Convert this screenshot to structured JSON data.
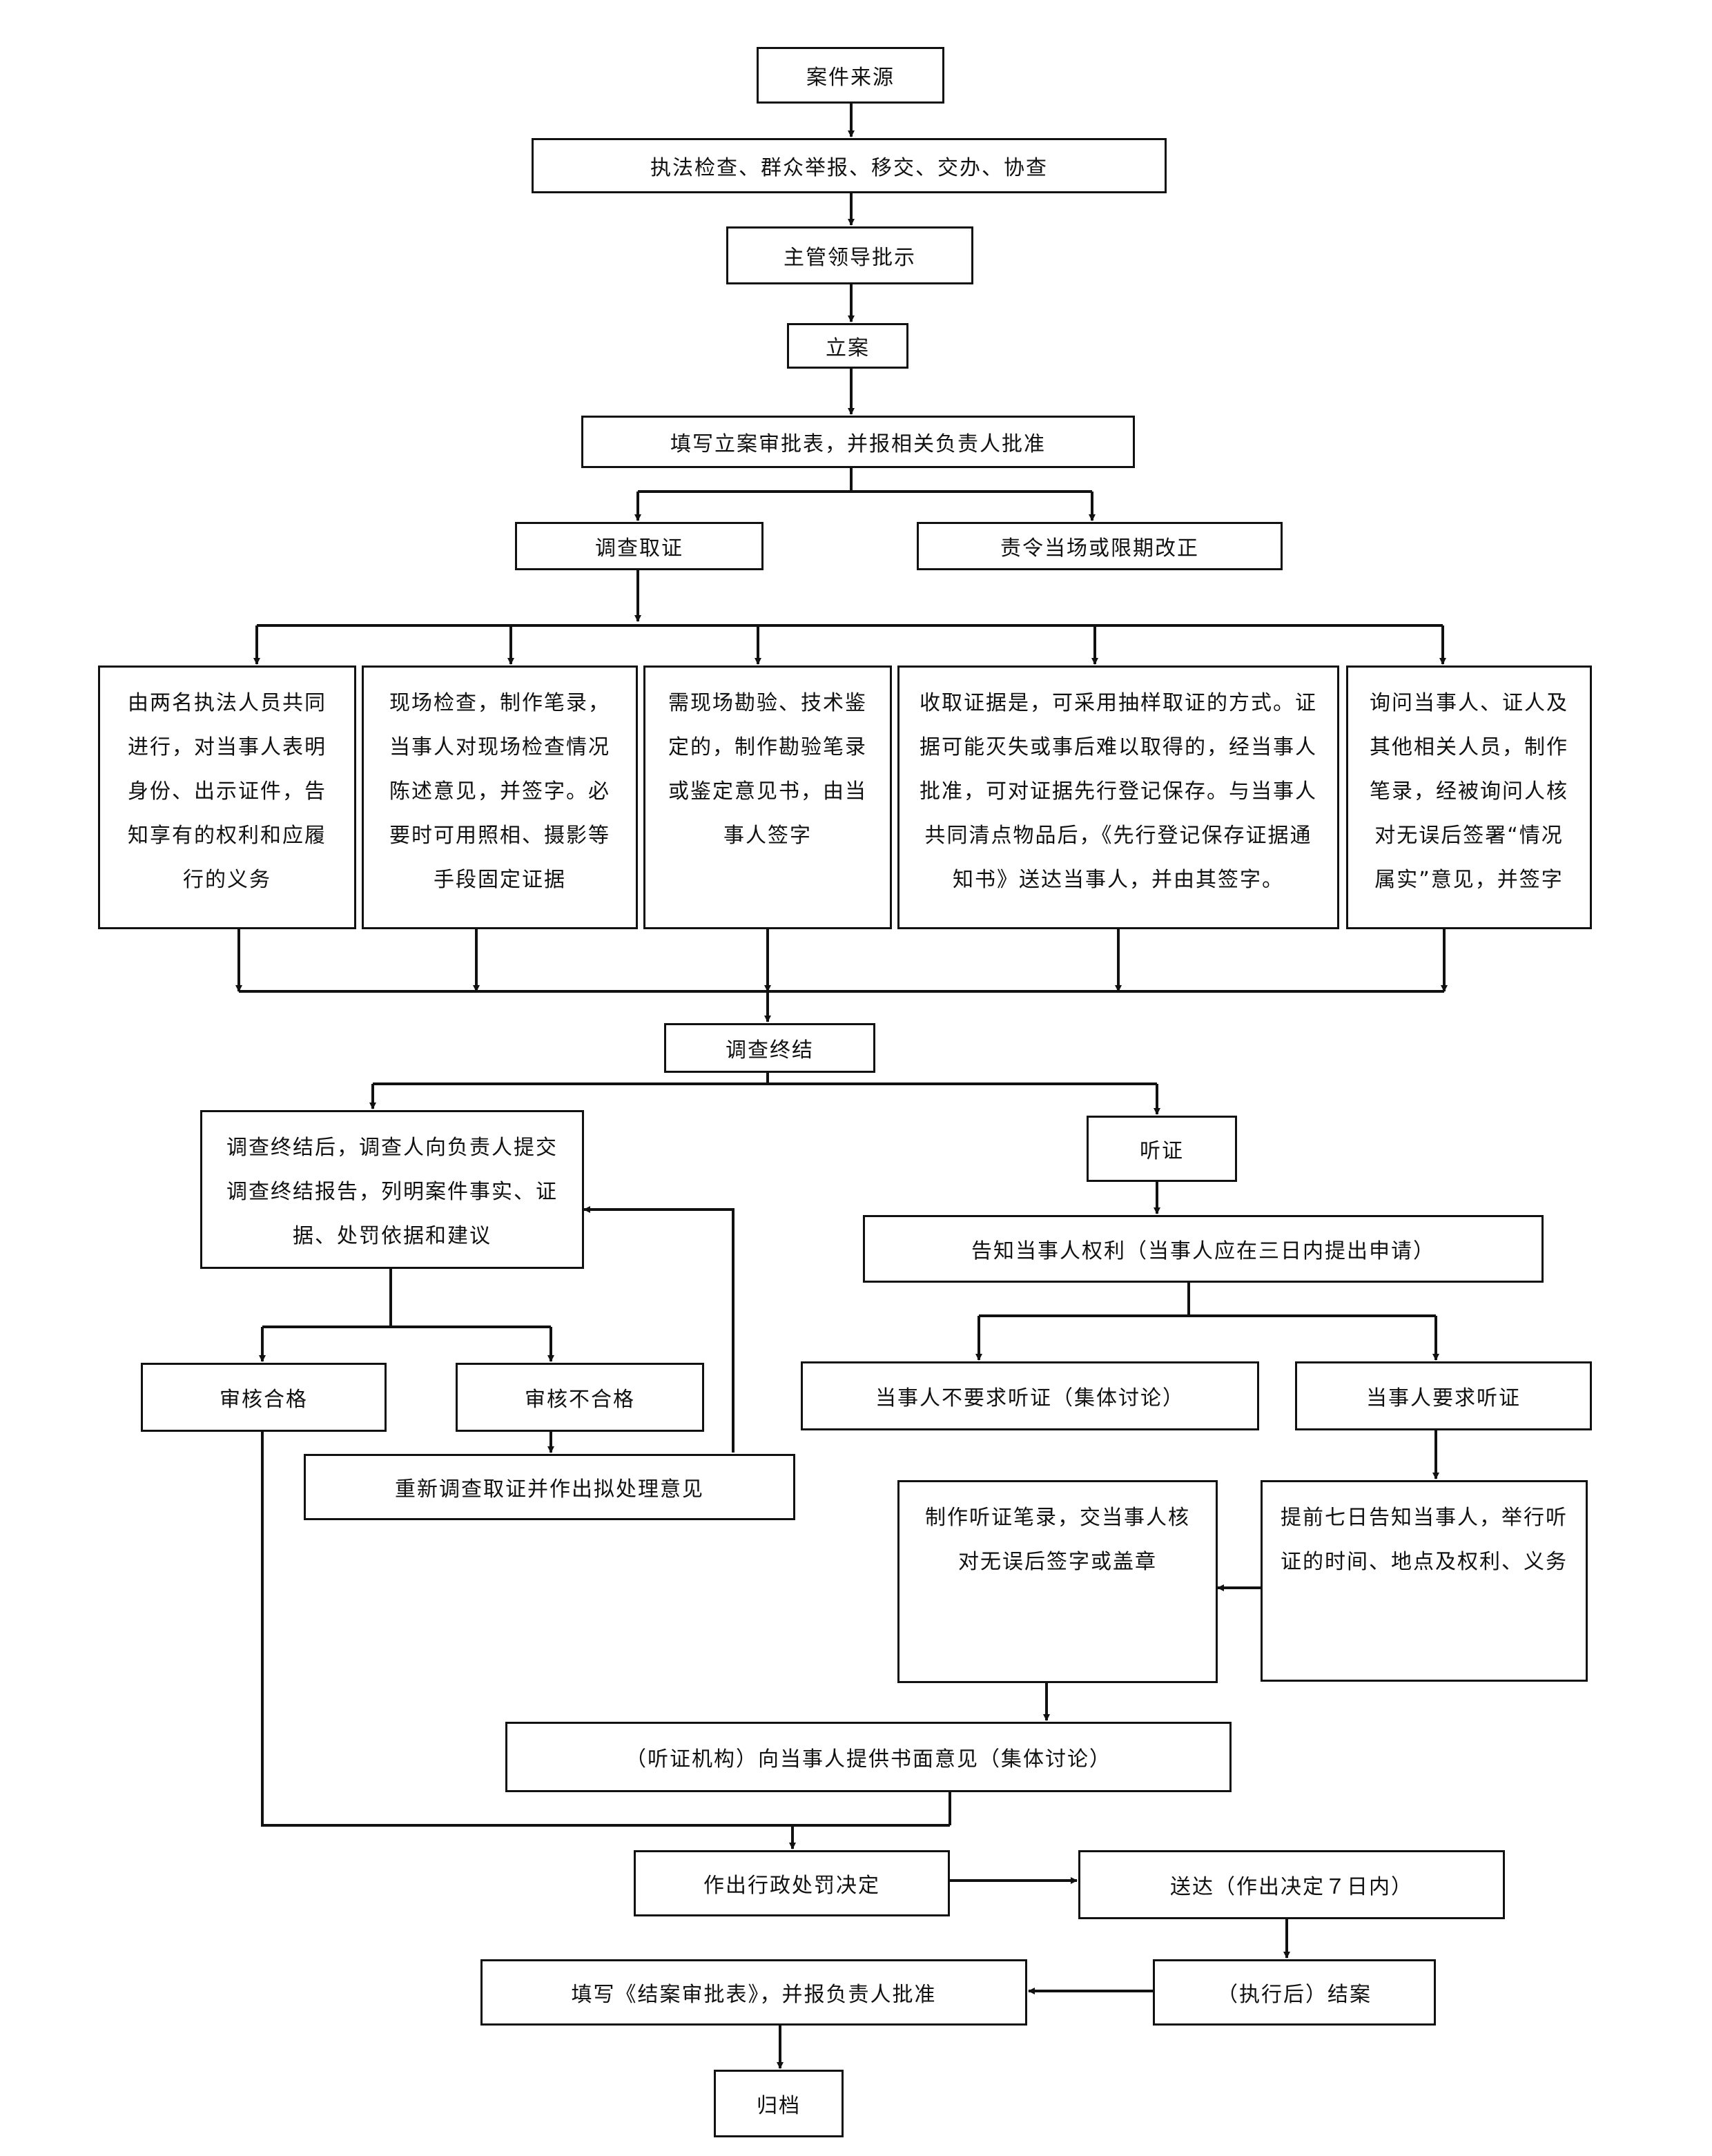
{
  "flowchart": {
    "nodes": {
      "source": "案件来源",
      "source_types": "执法检查、群众举报、移交、交办、协查",
      "leader_approval": "主管领导批示",
      "file_case": "立案",
      "fill_approval_form": "填写立案审批表，并报相关负责人批准",
      "investigate": "调查取证",
      "order_correction": "责令当场或限期改正",
      "step_two_officers": "由两名执法人员共同进行，对当事人表明身份、出示证件，告知享有的权利和应履行的义务",
      "step_site_inspection": "现场检查，制作笔录，当事人对现场检查情况陈述意见，并签字。必要时可用照相、摄影等手段固定证据",
      "step_survey": "需现场勘验、技术鉴定的，制作勘验笔录或鉴定意见书，由当事人签字",
      "step_evidence": "收取证据是，可采用抽样取证的方式。证据可能灭失或事后难以取得的，经当事人批准，可对证据先行登记保存。与当事人共同清点物品后，《先行登记保存证据通知书》送达当事人，并由其签字。",
      "step_inquiry": "询问当事人、证人及其他相关人员，制作笔录，经被询问人核对无误后签署“情况属实”意见，并签字",
      "investigation_end": "调查终结",
      "report": "调查终结后，调查人向负责人提交调查终结报告，列明案件事实、证据、处罚依据和建议",
      "review_pass": "审核合格",
      "review_fail": "审核不合格",
      "reinvestigate": "重新调查取证并作出拟处理意见",
      "hearing": "听证",
      "notify_rights": "告知当事人权利（当事人应在三日内提出申请）",
      "no_hearing": "当事人不要求听证（集体讨论）",
      "request_hearing": "当事人要求听证",
      "hearing_record": "制作听证笔录，交当事人核对无误后签字或盖章",
      "notify_seven_days": "提前七日告知当事人，举行听证的时间、地点及权利、义务",
      "written_opinion": "（听证机构）向当事人提供书面意见（集体讨论）",
      "penalty_decision": "作出行政处罚决定",
      "deliver": "送达（作出决定７日内）",
      "close_case": "（执行后）结案",
      "fill_closing_form": "填写《结案审批表》，并报负责人批准",
      "archive": "归档"
    }
  }
}
